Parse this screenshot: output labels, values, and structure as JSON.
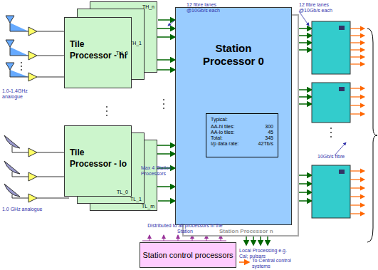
{
  "diagram": {
    "nodes": [
      {
        "text": [
          "TH_n"
        ]
      },
      {
        "text": [
          "TH_1"
        ]
      },
      {
        "text": [
          "Tile Processor - hi",
          "TH_0"
        ]
      },
      {
        "text": [
          "TL_m"
        ]
      },
      {
        "text": [
          "TL_1"
        ]
      },
      {
        "text": [
          "Tile Processor - lo",
          "TL_0"
        ]
      },
      {
        "text": [
          "Station Processor n"
        ]
      },
      {
        "text": [
          "Station Processor 0"
        ]
      },
      {
        "text": [
          "Typical:",
          "AA-hi tiles:",
          "300",
          "AA-lo tiles:",
          "45",
          "Total:",
          "345",
          "I/p data rate:",
          "42Tb/s"
        ],
        "in": 7
      },
      {
        "text": [
          "Station control processors"
        ]
      }
    ],
    "edges": [
      {
        "from": 2,
        "to": 7,
        "arrow": "to"
      },
      {
        "from": 5,
        "to": 7,
        "arrow": "to"
      }
    ],
    "labels": [
      "12 fibre lanes @10Gb/s each",
      "12 fibre lanes @10Gb/s each",
      "1.0-1.4GHz analogue",
      "1.0 GHz analogue",
      "Max 4 Station Processors",
      "Distributed to all processors in the Station",
      "To Central control systems",
      "Local Processing e.g. Cal; pulsars",
      "10Gb/s fibre"
    ]
  }
}
